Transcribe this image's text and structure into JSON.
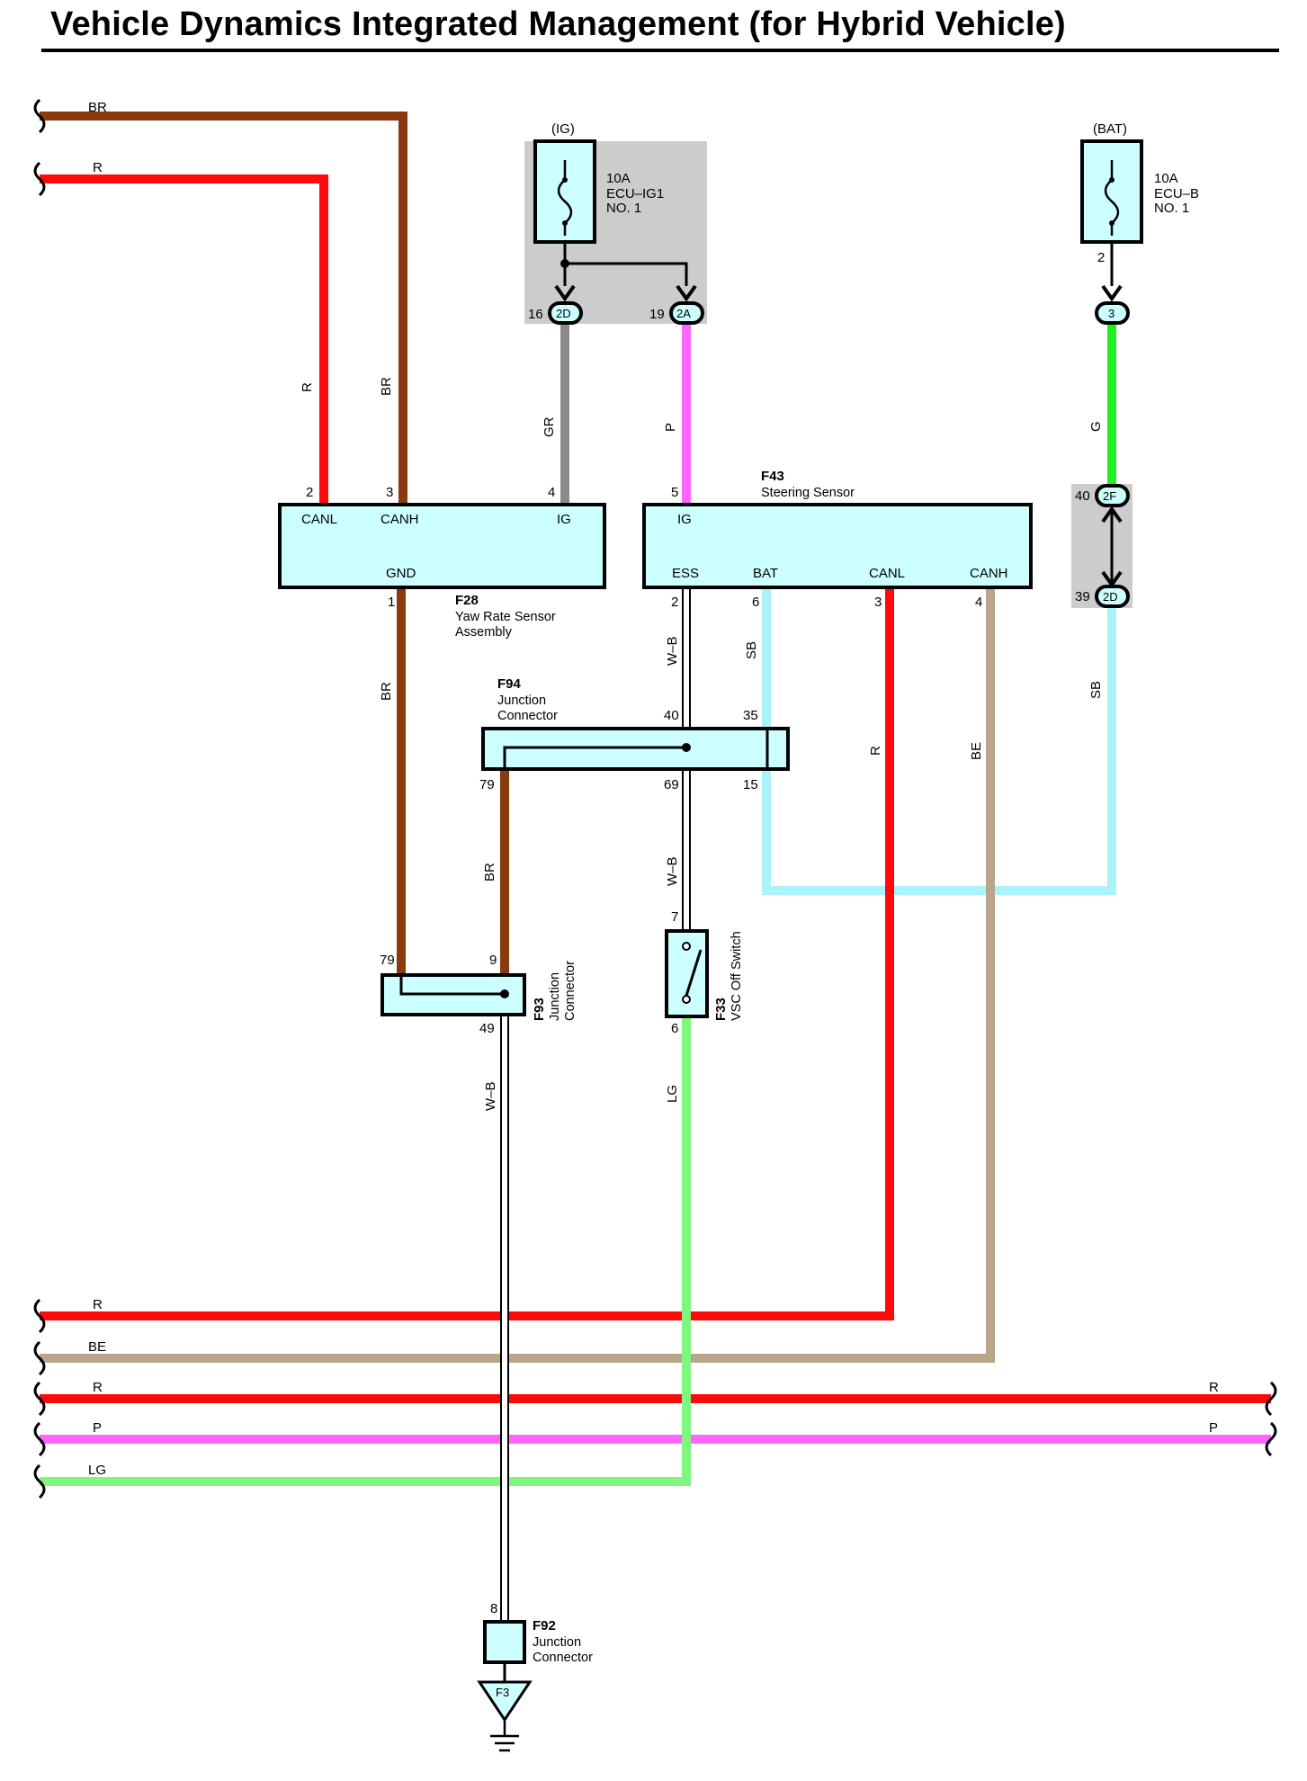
{
  "title": "Vehicle Dynamics Integrated Management (for Hybrid Vehicle)",
  "colors": {
    "BR": "#8a3a0f",
    "R": "#ff0a0a",
    "GR": "#8a8a8a",
    "P": "#ff66ff",
    "G": "#22ee22",
    "SB": "#aaf3fb",
    "BE": "#b9a58a",
    "LG": "#7ff77f",
    "W-B": "#ffffff",
    "component_fill": "#ccffff",
    "fuse_box_bg": "#cccccc"
  },
  "fuse_ig": {
    "source_label": "(IG)",
    "amp": "10A",
    "name": "ECU–IG1",
    "no": "NO. 1",
    "conn_a_pin": "16",
    "conn_a_id": "2D",
    "conn_b_pin": "19",
    "conn_b_id": "2A"
  },
  "fuse_bat": {
    "source_label": "(BAT)",
    "amp": "10A",
    "name": "ECU–B",
    "no": "NO. 1",
    "pin": "2",
    "conn_id": "3"
  },
  "inline_conn": {
    "top_pin": "40",
    "top_id": "2F",
    "bottom_pin": "39",
    "bottom_id": "2D"
  },
  "f28": {
    "id": "F28",
    "name_line1": "Yaw Rate Sensor",
    "name_line2": "Assembly",
    "pins": {
      "canl": "2",
      "canh": "3",
      "ig": "4",
      "gnd": "1"
    },
    "terms": {
      "canl": "CANL",
      "canh": "CANH",
      "ig": "IG",
      "gnd": "GND"
    }
  },
  "f43": {
    "id": "F43",
    "name": "Steering Sensor",
    "pins": {
      "ig": "5",
      "ess": "2",
      "bat": "6",
      "canl": "3",
      "canh": "4"
    },
    "terms": {
      "ig": "IG",
      "ess": "ESS",
      "bat": "BAT",
      "canl": "CANL",
      "canh": "CANH"
    }
  },
  "f94": {
    "id": "F94",
    "name_line1": "Junction",
    "name_line2": "Connector",
    "pins": {
      "p40": "40",
      "p35": "35",
      "p79": "79",
      "p69": "69",
      "p15": "15"
    }
  },
  "f93": {
    "id": "F93",
    "name_line1": "Junction",
    "name_line2": "Connector",
    "pins": {
      "p79": "79",
      "p9": "9",
      "p49": "49"
    }
  },
  "f33": {
    "id": "F33",
    "name": "VSC Off Switch",
    "pins": {
      "p7": "7",
      "p6": "6"
    }
  },
  "f92": {
    "id": "F92",
    "name_line1": "Junction",
    "name_line2": "Connector",
    "pin": "8"
  },
  "ground": {
    "id": "F3"
  },
  "wire_labels": {
    "br_top": "BR",
    "r_top": "R",
    "r_vert": "R",
    "br_vert": "BR",
    "gr_vert": "GR",
    "p_vert": "P",
    "g_vert": "G",
    "sb_vert_right": "SB",
    "br_gnd": "BR",
    "wb_ess": "W–B",
    "sb_bat": "SB",
    "r_canl": "R",
    "be_canh": "BE",
    "br_f94": "BR",
    "wb_f94": "W–B",
    "wb_f93": "W–B",
    "lg_vert": "LG",
    "bus_r1": "R",
    "bus_be": "BE",
    "bus_r2": "R",
    "bus_p": "P",
    "bus_lg": "LG",
    "bus_r2_right": "R",
    "bus_p_right": "P"
  }
}
